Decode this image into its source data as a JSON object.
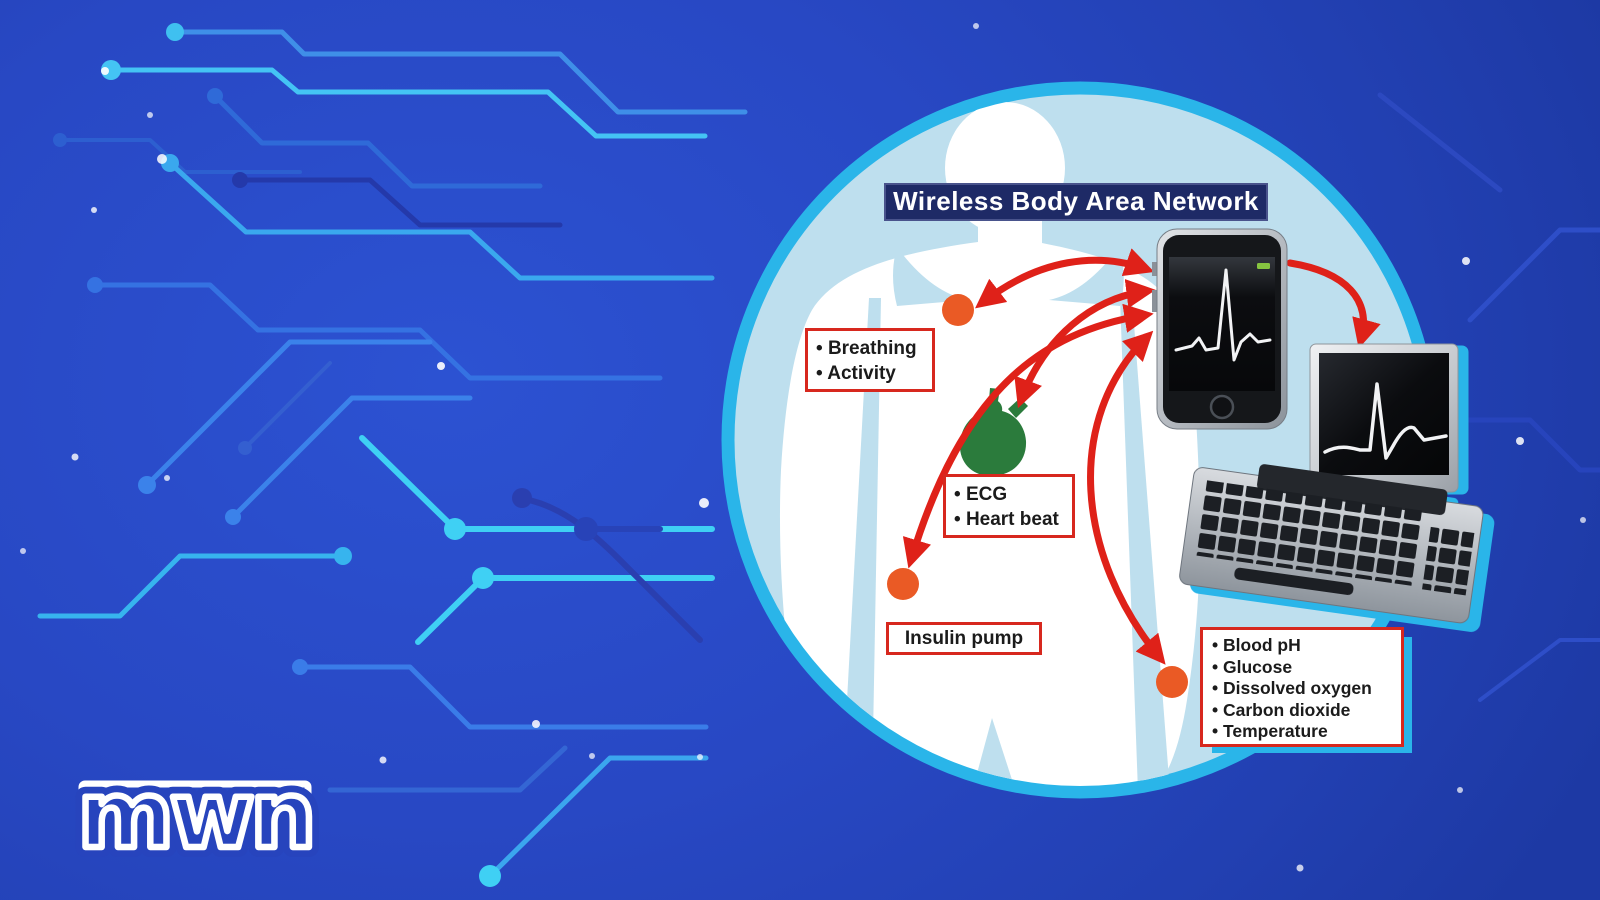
{
  "banner": {
    "title": "Wireless Body Area Network"
  },
  "labels": {
    "breathing": {
      "items": [
        "Breathing",
        "Activity"
      ]
    },
    "ecg": {
      "items": [
        "ECG",
        "Heart beat"
      ]
    },
    "insulin": {
      "text": "Insulin pump"
    },
    "vitals": {
      "items": [
        "Blood pH",
        "Glucose",
        "Dissolved oxygen",
        "Carbon dioxide",
        "Temperature"
      ]
    }
  },
  "logo": {
    "text": "mwn"
  },
  "colors": {
    "background_blue": "#2848c4",
    "circle_ring_cyan": "#2ab5e9",
    "circle_fill_light_blue": "#bedfee",
    "body_white": "#ffffff",
    "arrow_red": "#df2119",
    "sensor_orange": "#ea5a25",
    "heart_green": "#2b7b3c",
    "banner_navy": "#1e2a66",
    "label_border_red": "#d7281e",
    "circuit_cyan": "#3fd0f4",
    "circuit_blue": "#3a7ce8"
  },
  "icons": {
    "sensor_dots": "orange-dot",
    "heart": "green-heart",
    "phone": "smartphone-with-ecg-trace",
    "computer": "monitor-with-ecg-trace-and-keyboard"
  }
}
